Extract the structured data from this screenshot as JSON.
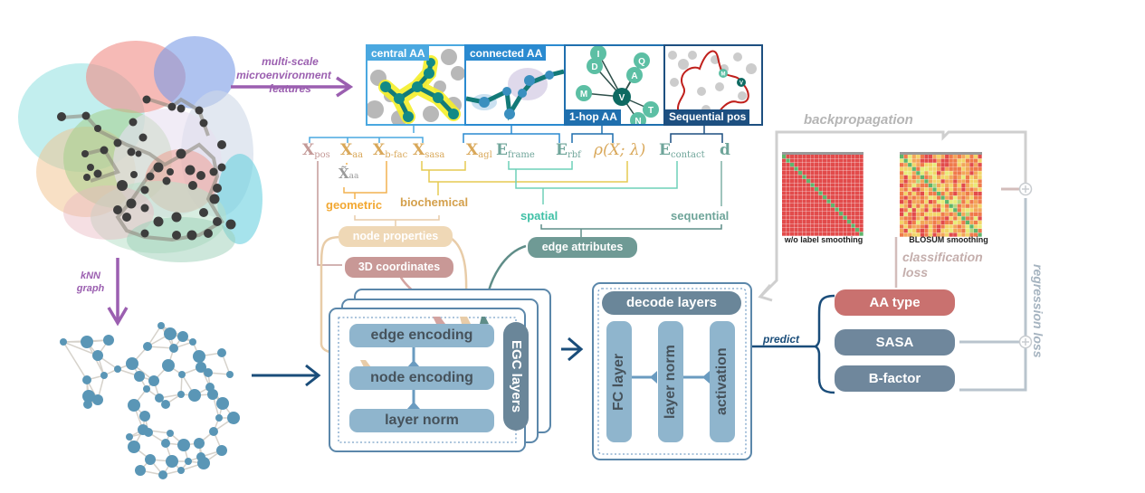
{
  "top_arrow": {
    "line1": "multi-scale",
    "line2": "microenvironment",
    "line3": "features"
  },
  "knn_arrow": {
    "line1": "kNN",
    "line2": "graph"
  },
  "thumbnails": [
    {
      "label": "central AA",
      "color": "#4aa8e0"
    },
    {
      "label": "connected AA",
      "color": "#2a8ad0"
    },
    {
      "label": "1-hop AA",
      "color": "#1f6fae"
    },
    {
      "label": "Sequential pos",
      "color": "#1d4f80"
    }
  ],
  "hop_nodes": [
    "I",
    "D",
    "Q",
    "A",
    "M",
    "V",
    "T",
    "N"
  ],
  "seq_nodes": [
    "M",
    "V"
  ],
  "features": [
    {
      "base": "X",
      "sub": "pos",
      "color": "#c49a98"
    },
    {
      "base": "X",
      "sub": "aa",
      "color": "#d9a85a"
    },
    {
      "base": "X",
      "sub": "b-fac",
      "color": "#d9a85a"
    },
    {
      "base": "X",
      "sub": "sasa",
      "color": "#d9a85a"
    },
    {
      "base": "X",
      "sub": "agl",
      "color": "#d9a85a"
    },
    {
      "base": "E",
      "sub": "frame",
      "color": "#6fa59a"
    },
    {
      "base": "E",
      "sub": "rbf",
      "color": "#6fa59a"
    },
    {
      "base": "ρ(X; λ)",
      "sub": "",
      "color": "#d9a85a"
    },
    {
      "base": "E",
      "sub": "contact",
      "color": "#6fa59a"
    },
    {
      "base": "d",
      "sub": "",
      "color": "#6fa59a"
    }
  ],
  "xaa_tilde": {
    "base": "X̃",
    "sub": "aa"
  },
  "groups": {
    "geometric": "geometric",
    "biochemical": "biochemical",
    "spatial": "spatial",
    "sequential": "sequential"
  },
  "pills": {
    "node_properties": "node properties",
    "coords_3d": "3D coordinates",
    "edge_attributes": "edge attributes"
  },
  "encoder": {
    "edge_encoding": "edge encoding",
    "node_encoding": "node encoding",
    "layer_norm": "layer norm",
    "egc_layers": "EGC layers"
  },
  "decoder": {
    "title": "decode layers",
    "fc_layer": "FC layer",
    "layer_norm": "layer norm",
    "activation": "activation"
  },
  "predict_label": "predict",
  "outputs": [
    {
      "label": "AA type",
      "color": "#c9716f"
    },
    {
      "label": "SASA",
      "color": "#6f879c"
    },
    {
      "label": "B-factor",
      "color": "#6f879c"
    }
  ],
  "loss": {
    "backpropagation": "backpropagation",
    "classification": "classification",
    "classification2": "loss",
    "regression": "regression loss"
  },
  "matrices": {
    "left_caption": "w/o label smoothing",
    "right_caption": "BLOSUM smoothing"
  },
  "colors": {
    "purple": "#9b5fb0",
    "navy": "#1a4d7a",
    "steel": "#5b87aa",
    "grey": "#c8c8c8",
    "graph_node": "#5a96b6"
  }
}
